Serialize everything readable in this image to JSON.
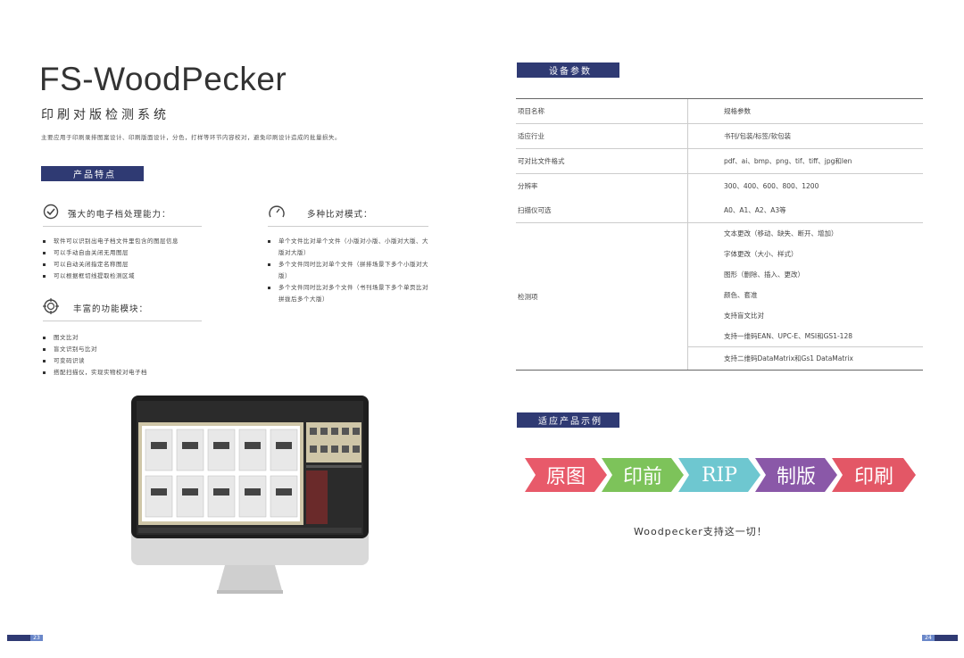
{
  "header": {
    "title": "FS-WoodPecker",
    "subtitle": "印刷对版检测系统",
    "description": "主要应用于印刷录排图案设计、印刷版面设计，分色，打样等环节内容校对，避免印刷设计造成的批量损失。"
  },
  "sections": {
    "features_label": "产品特点",
    "params_label": "设备参数",
    "examples_label": "适应产品示例"
  },
  "features": [
    {
      "icon": "check-badge-icon",
      "title": "强大的电子档处理能力：",
      "items": [
        "软件可以识别出电子档文件里包含的图层信息",
        "可以手动自由关闭无用图层",
        "可以自动关闭指定名称图层",
        "可以根据框切线提取检测区域"
      ]
    },
    {
      "icon": "gauge-icon",
      "title": "多种比对模式：",
      "items": [
        "单个文件比对单个文件（小版对小版、小版对大版、大版对大版）",
        "多个文件同时比对单个文件（拼排场景下多个小版对大版）",
        "多个文件同时比对多个文件（书刊场景下多个单页比对拼拢后多个大版）"
      ]
    },
    {
      "icon": "crosshair-icon",
      "title": "丰富的功能模块：",
      "items": [
        "图文比对",
        "盲文识别与比对",
        "可变码识读",
        "搭配扫描仪，实现实物校对电子档"
      ]
    }
  ],
  "table": {
    "header": [
      "项目名称",
      "规格参数"
    ],
    "rows": [
      [
        "适应行业",
        "书刊/包装/标签/软包装"
      ],
      [
        "可对比文件格式",
        "pdf、ai、bmp、png、tif、tiff、jpg和len"
      ],
      [
        "分辨率",
        "300、400、600、800、1200"
      ],
      [
        "扫描仪可选",
        "A0、A1、A2、A3等"
      ]
    ],
    "inspection_label": "检测项",
    "inspection_items": [
      "文本更改（移动、缺失、断开、增加）",
      "字体更改（大小、样式）",
      "图形（删除、插入、更改）",
      "颜色、套准",
      "支持盲文比对",
      "支持一维码EAN、UPC-E、MSI和GS1-128",
      "支持二维码DataMatrix和Gs1 DataMatrix"
    ]
  },
  "process": [
    {
      "label": "原图",
      "color": "#e85a6a"
    },
    {
      "label": "印前",
      "color": "#7dc35a"
    },
    {
      "label": "RIP",
      "color": "#6ec7d0"
    },
    {
      "label": "制版",
      "color": "#8a58a8"
    },
    {
      "label": "印刷",
      "color": "#e35766"
    }
  ],
  "slogan": "Woodpecker支持这一切！",
  "footer": {
    "left_page": "23",
    "right_page": "24"
  },
  "colors": {
    "section_bar": "#2f3a73",
    "page_tab_left": "#2f3a73",
    "page_tab_right": "#6a87c9"
  }
}
